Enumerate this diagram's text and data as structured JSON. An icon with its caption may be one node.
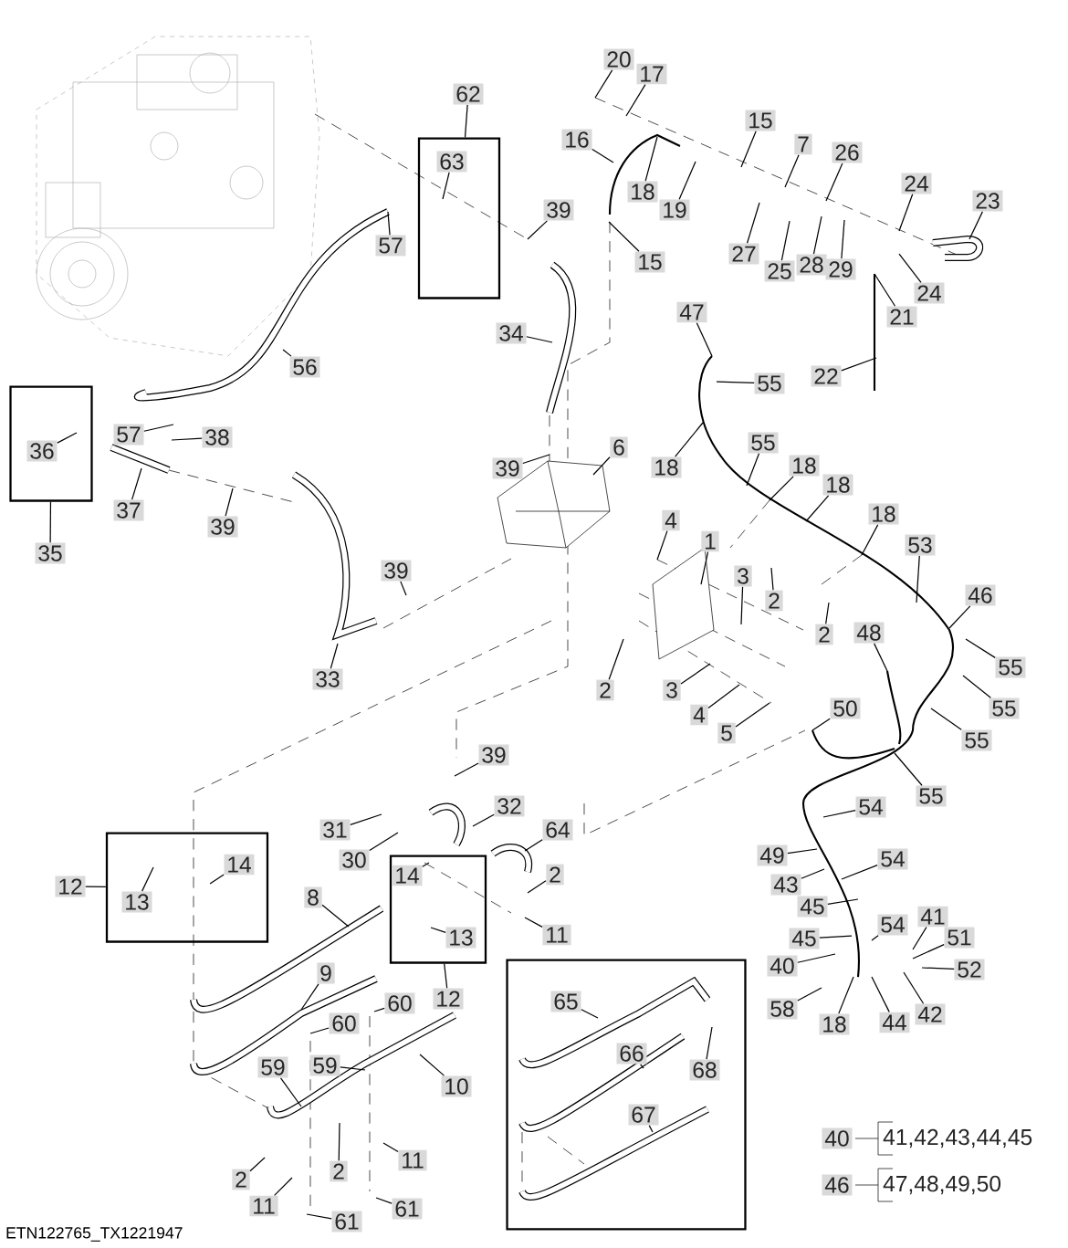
{
  "diagram": {
    "nodes": [
      {
        "text": [
          "20"
        ]
      },
      {
        "text": [
          "17"
        ]
      },
      {
        "text": [
          "16"
        ]
      },
      {
        "text": [
          "18"
        ]
      },
      {
        "text": [
          "19"
        ]
      },
      {
        "text": [
          "15"
        ]
      },
      {
        "text": [
          "15"
        ]
      },
      {
        "text": [
          "7"
        ]
      },
      {
        "text": [
          "26"
        ]
      },
      {
        "text": [
          "27"
        ]
      },
      {
        "text": [
          "25"
        ]
      },
      {
        "text": [
          "28"
        ]
      },
      {
        "text": [
          "29"
        ]
      },
      {
        "text": [
          "24"
        ]
      },
      {
        "text": [
          "23"
        ]
      },
      {
        "text": [
          "24"
        ]
      },
      {
        "text": [
          "21"
        ]
      },
      {
        "text": [
          "22"
        ]
      },
      {
        "text": [
          "62"
        ]
      },
      {
        "text": [],
        "shape": "box"
      },
      {
        "text": [
          "63"
        ],
        "in": 19
      },
      {
        "text": [
          "39"
        ]
      },
      {
        "text": [
          "57"
        ]
      },
      {
        "text": [
          "34"
        ]
      },
      {
        "text": [
          "56"
        ]
      },
      {
        "text": [
          "47"
        ]
      },
      {
        "text": [
          "55"
        ]
      },
      {
        "text": [
          "18"
        ]
      },
      {
        "text": [
          "55"
        ]
      },
      {
        "text": [
          "18"
        ]
      },
      {
        "text": [
          "18"
        ]
      },
      {
        "text": [
          "18"
        ]
      },
      {
        "text": [
          "53"
        ]
      },
      {
        "text": [
          "46"
        ]
      },
      {
        "text": [
          "55"
        ]
      },
      {
        "text": [
          "55"
        ]
      },
      {
        "text": [
          "55"
        ]
      },
      {
        "text": [
          "55"
        ]
      },
      {
        "text": [
          "48"
        ]
      },
      {
        "text": [
          "50"
        ]
      },
      {
        "text": [
          "6"
        ]
      },
      {
        "text": [
          "39"
        ]
      },
      {
        "text": [
          "4"
        ]
      },
      {
        "text": [
          "1"
        ]
      },
      {
        "text": [
          "3"
        ]
      },
      {
        "text": [
          "2"
        ]
      },
      {
        "text": [
          "2"
        ]
      },
      {
        "text": [
          "2"
        ]
      },
      {
        "text": [
          "3"
        ]
      },
      {
        "text": [
          "4"
        ]
      },
      {
        "text": [
          "5"
        ]
      },
      {
        "text": [
          "57"
        ]
      },
      {
        "text": [
          "38"
        ]
      },
      {
        "text": [],
        "shape": "box"
      },
      {
        "text": [
          "36"
        ],
        "in": 53
      },
      {
        "text": [
          "35"
        ]
      },
      {
        "text": [
          "37"
        ]
      },
      {
        "text": [
          "39"
        ]
      },
      {
        "text": [
          "39"
        ]
      },
      {
        "text": [
          "33"
        ]
      },
      {
        "text": [
          "39"
        ]
      },
      {
        "text": [
          "32"
        ]
      },
      {
        "text": [
          "31"
        ]
      },
      {
        "text": [
          "30"
        ]
      },
      {
        "text": [
          "64"
        ]
      },
      {
        "text": [
          "12"
        ]
      },
      {
        "text": [],
        "shape": "box"
      },
      {
        "text": [
          "13"
        ],
        "in": 66
      },
      {
        "text": [
          "14"
        ],
        "in": 66
      },
      {
        "text": [],
        "shape": "box"
      },
      {
        "text": [
          "14"
        ],
        "in": 69
      },
      {
        "text": [
          "13"
        ],
        "in": 69
      },
      {
        "text": [
          "12"
        ]
      },
      {
        "text": [
          "2"
        ]
      },
      {
        "text": [
          "11"
        ]
      },
      {
        "text": [
          "8"
        ]
      },
      {
        "text": [
          "9"
        ]
      },
      {
        "text": [
          "60"
        ]
      },
      {
        "text": [
          "60"
        ]
      },
      {
        "text": [
          "59"
        ]
      },
      {
        "text": [
          "59"
        ]
      },
      {
        "text": [
          "10"
        ]
      },
      {
        "text": [
          "2"
        ]
      },
      {
        "text": [
          "2"
        ]
      },
      {
        "text": [
          "11"
        ]
      },
      {
        "text": [
          "11"
        ]
      },
      {
        "text": [
          "61"
        ]
      },
      {
        "text": [
          "61"
        ]
      },
      {
        "text": [],
        "shape": "box"
      },
      {
        "text": [
          "65"
        ],
        "in": 88
      },
      {
        "text": [
          "66"
        ],
        "in": 88
      },
      {
        "text": [
          "67"
        ],
        "in": 88
      },
      {
        "text": [
          "68"
        ],
        "in": 88
      },
      {
        "text": [
          "54"
        ]
      },
      {
        "text": [
          "49"
        ]
      },
      {
        "text": [
          "43"
        ]
      },
      {
        "text": [
          "54"
        ]
      },
      {
        "text": [
          "45"
        ]
      },
      {
        "text": [
          "54"
        ]
      },
      {
        "text": [
          "45"
        ]
      },
      {
        "text": [
          "41"
        ]
      },
      {
        "text": [
          "51"
        ]
      },
      {
        "text": [
          "40"
        ]
      },
      {
        "text": [
          "52"
        ]
      },
      {
        "text": [
          "58"
        ]
      },
      {
        "text": [
          "18"
        ]
      },
      {
        "text": [
          "44"
        ]
      },
      {
        "text": [
          "42"
        ]
      },
      {
        "text": [
          "40"
        ]
      },
      {
        "text": [
          "46"
        ]
      }
    ],
    "edges": [
      {
        "from": 0,
        "to": null,
        "arrow": "none"
      },
      {
        "from": 1,
        "to": null,
        "arrow": "none"
      },
      {
        "from": 2,
        "to": null,
        "arrow": "none"
      },
      {
        "from": 3,
        "to": null,
        "arrow": "none"
      },
      {
        "from": 4,
        "to": null,
        "arrow": "none"
      },
      {
        "from": 5,
        "to": null,
        "arrow": "none"
      },
      {
        "from": 6,
        "to": null,
        "arrow": "none"
      },
      {
        "from": 7,
        "to": null,
        "arrow": "none"
      },
      {
        "from": 8,
        "to": null,
        "arrow": "none"
      },
      {
        "from": 9,
        "to": null,
        "arrow": "none"
      },
      {
        "from": 10,
        "to": null,
        "arrow": "none"
      },
      {
        "from": 11,
        "to": null,
        "arrow": "none"
      },
      {
        "from": 12,
        "to": null,
        "arrow": "none"
      },
      {
        "from": 13,
        "to": null,
        "arrow": "none"
      },
      {
        "from": 14,
        "to": null,
        "arrow": "none"
      },
      {
        "from": 15,
        "to": null,
        "arrow": "none"
      },
      {
        "from": 16,
        "to": null,
        "arrow": "none"
      },
      {
        "from": 17,
        "to": null,
        "arrow": "none"
      },
      {
        "from": 18,
        "to": 19,
        "arrow": "none"
      },
      {
        "from": 20,
        "to": null,
        "arrow": "none"
      },
      {
        "from": 21,
        "to": null,
        "arrow": "none"
      },
      {
        "from": 22,
        "to": null,
        "arrow": "none"
      },
      {
        "from": 23,
        "to": null,
        "arrow": "none"
      },
      {
        "from": 24,
        "to": null,
        "arrow": "none"
      },
      {
        "from": 25,
        "to": null,
        "arrow": "none"
      },
      {
        "from": 26,
        "to": null,
        "arrow": "none"
      },
      {
        "from": 27,
        "to": null,
        "arrow": "none"
      },
      {
        "from": 28,
        "to": null,
        "arrow": "none"
      },
      {
        "from": 29,
        "to": null,
        "arrow": "none"
      },
      {
        "from": 30,
        "to": null,
        "arrow": "none"
      },
      {
        "from": 31,
        "to": null,
        "arrow": "none"
      },
      {
        "from": 32,
        "to": null,
        "arrow": "none"
      },
      {
        "from": 33,
        "to": null,
        "arrow": "none"
      },
      {
        "from": 34,
        "to": null,
        "arrow": "none"
      },
      {
        "from": 35,
        "to": null,
        "arrow": "none"
      },
      {
        "from": 36,
        "to": null,
        "arrow": "none"
      },
      {
        "from": 37,
        "to": null,
        "arrow": "none"
      },
      {
        "from": 38,
        "to": null,
        "arrow": "none"
      },
      {
        "from": 39,
        "to": null,
        "arrow": "none"
      },
      {
        "from": 40,
        "to": null,
        "arrow": "none"
      },
      {
        "from": 41,
        "to": null,
        "arrow": "none"
      },
      {
        "from": 42,
        "to": null,
        "arrow": "none"
      },
      {
        "from": 43,
        "to": null,
        "arrow": "none"
      },
      {
        "from": 44,
        "to": null,
        "arrow": "none"
      },
      {
        "from": 45,
        "to": null,
        "arrow": "none"
      },
      {
        "from": 46,
        "to": null,
        "arrow": "none"
      },
      {
        "from": 47,
        "to": null,
        "arrow": "none"
      },
      {
        "from": 48,
        "to": null,
        "arrow": "none"
      },
      {
        "from": 49,
        "to": null,
        "arrow": "none"
      },
      {
        "from": 50,
        "to": null,
        "arrow": "none"
      },
      {
        "from": 51,
        "to": null,
        "arrow": "none"
      },
      {
        "from": 52,
        "to": null,
        "arrow": "none"
      },
      {
        "from": 54,
        "to": null,
        "arrow": "none"
      },
      {
        "from": 55,
        "to": 53,
        "arrow": "none"
      },
      {
        "from": 56,
        "to": null,
        "arrow": "none"
      },
      {
        "from": 57,
        "to": null,
        "arrow": "none"
      },
      {
        "from": 58,
        "to": null,
        "arrow": "none"
      },
      {
        "from": 59,
        "to": null,
        "arrow": "none"
      },
      {
        "from": 60,
        "to": null,
        "arrow": "none"
      },
      {
        "from": 61,
        "to": null,
        "arrow": "none"
      },
      {
        "from": 62,
        "to": null,
        "arrow": "none"
      },
      {
        "from": 63,
        "to": null,
        "arrow": "none"
      },
      {
        "from": 64,
        "to": null,
        "arrow": "none"
      },
      {
        "from": 65,
        "to": 66,
        "arrow": "none"
      },
      {
        "from": 67,
        "to": null,
        "arrow": "none"
      },
      {
        "from": 68,
        "to": null,
        "arrow": "none"
      },
      {
        "from": 70,
        "to": null,
        "arrow": "none"
      },
      {
        "from": 71,
        "to": null,
        "arrow": "none"
      },
      {
        "from": 72,
        "to": 69,
        "arrow": "none"
      },
      {
        "from": 73,
        "to": null,
        "arrow": "none"
      },
      {
        "from": 74,
        "to": null,
        "arrow": "none"
      },
      {
        "from": 75,
        "to": null,
        "arrow": "none"
      },
      {
        "from": 76,
        "to": null,
        "arrow": "none"
      },
      {
        "from": 77,
        "to": null,
        "arrow": "none"
      },
      {
        "from": 78,
        "to": null,
        "arrow": "none"
      },
      {
        "from": 79,
        "to": null,
        "arrow": "none"
      },
      {
        "from": 80,
        "to": null,
        "arrow": "none"
      },
      {
        "from": 81,
        "to": null,
        "arrow": "none"
      },
      {
        "from": 82,
        "to": null,
        "arrow": "none"
      },
      {
        "from": 83,
        "to": null,
        "arrow": "none"
      },
      {
        "from": 84,
        "to": null,
        "arrow": "none"
      },
      {
        "from": 85,
        "to": null,
        "arrow": "none"
      },
      {
        "from": 86,
        "to": null,
        "arrow": "none"
      },
      {
        "from": 87,
        "to": null,
        "arrow": "none"
      },
      {
        "from": 89,
        "to": null,
        "arrow": "none"
      },
      {
        "from": 90,
        "to": null,
        "arrow": "none"
      },
      {
        "from": 91,
        "to": null,
        "arrow": "none"
      },
      {
        "from": 92,
        "to": null,
        "arrow": "none"
      },
      {
        "from": 93,
        "to": null,
        "arrow": "none"
      },
      {
        "from": 94,
        "to": null,
        "arrow": "none"
      },
      {
        "from": 95,
        "to": null,
        "arrow": "none"
      },
      {
        "from": 96,
        "to": null,
        "arrow": "none"
      },
      {
        "from": 97,
        "to": null,
        "arrow": "none"
      },
      {
        "from": 98,
        "to": null,
        "arrow": "none"
      },
      {
        "from": 99,
        "to": null,
        "arrow": "none"
      },
      {
        "from": 100,
        "to": null,
        "arrow": "none"
      },
      {
        "from": 101,
        "to": null,
        "arrow": "none"
      },
      {
        "from": 102,
        "to": null,
        "arrow": "none"
      },
      {
        "from": 103,
        "to": null,
        "arrow": "none"
      },
      {
        "from": 104,
        "to": null,
        "arrow": "none"
      },
      {
        "from": 105,
        "to": null,
        "arrow": "none"
      },
      {
        "from": 106,
        "to": null,
        "arrow": "none"
      },
      {
        "from": 107,
        "to": null,
        "arrow": "none"
      }
    ],
    "labels": [
      "41,42,43,44,45",
      "47,48,49,50",
      "ETN122765_TX1221947"
    ]
  }
}
